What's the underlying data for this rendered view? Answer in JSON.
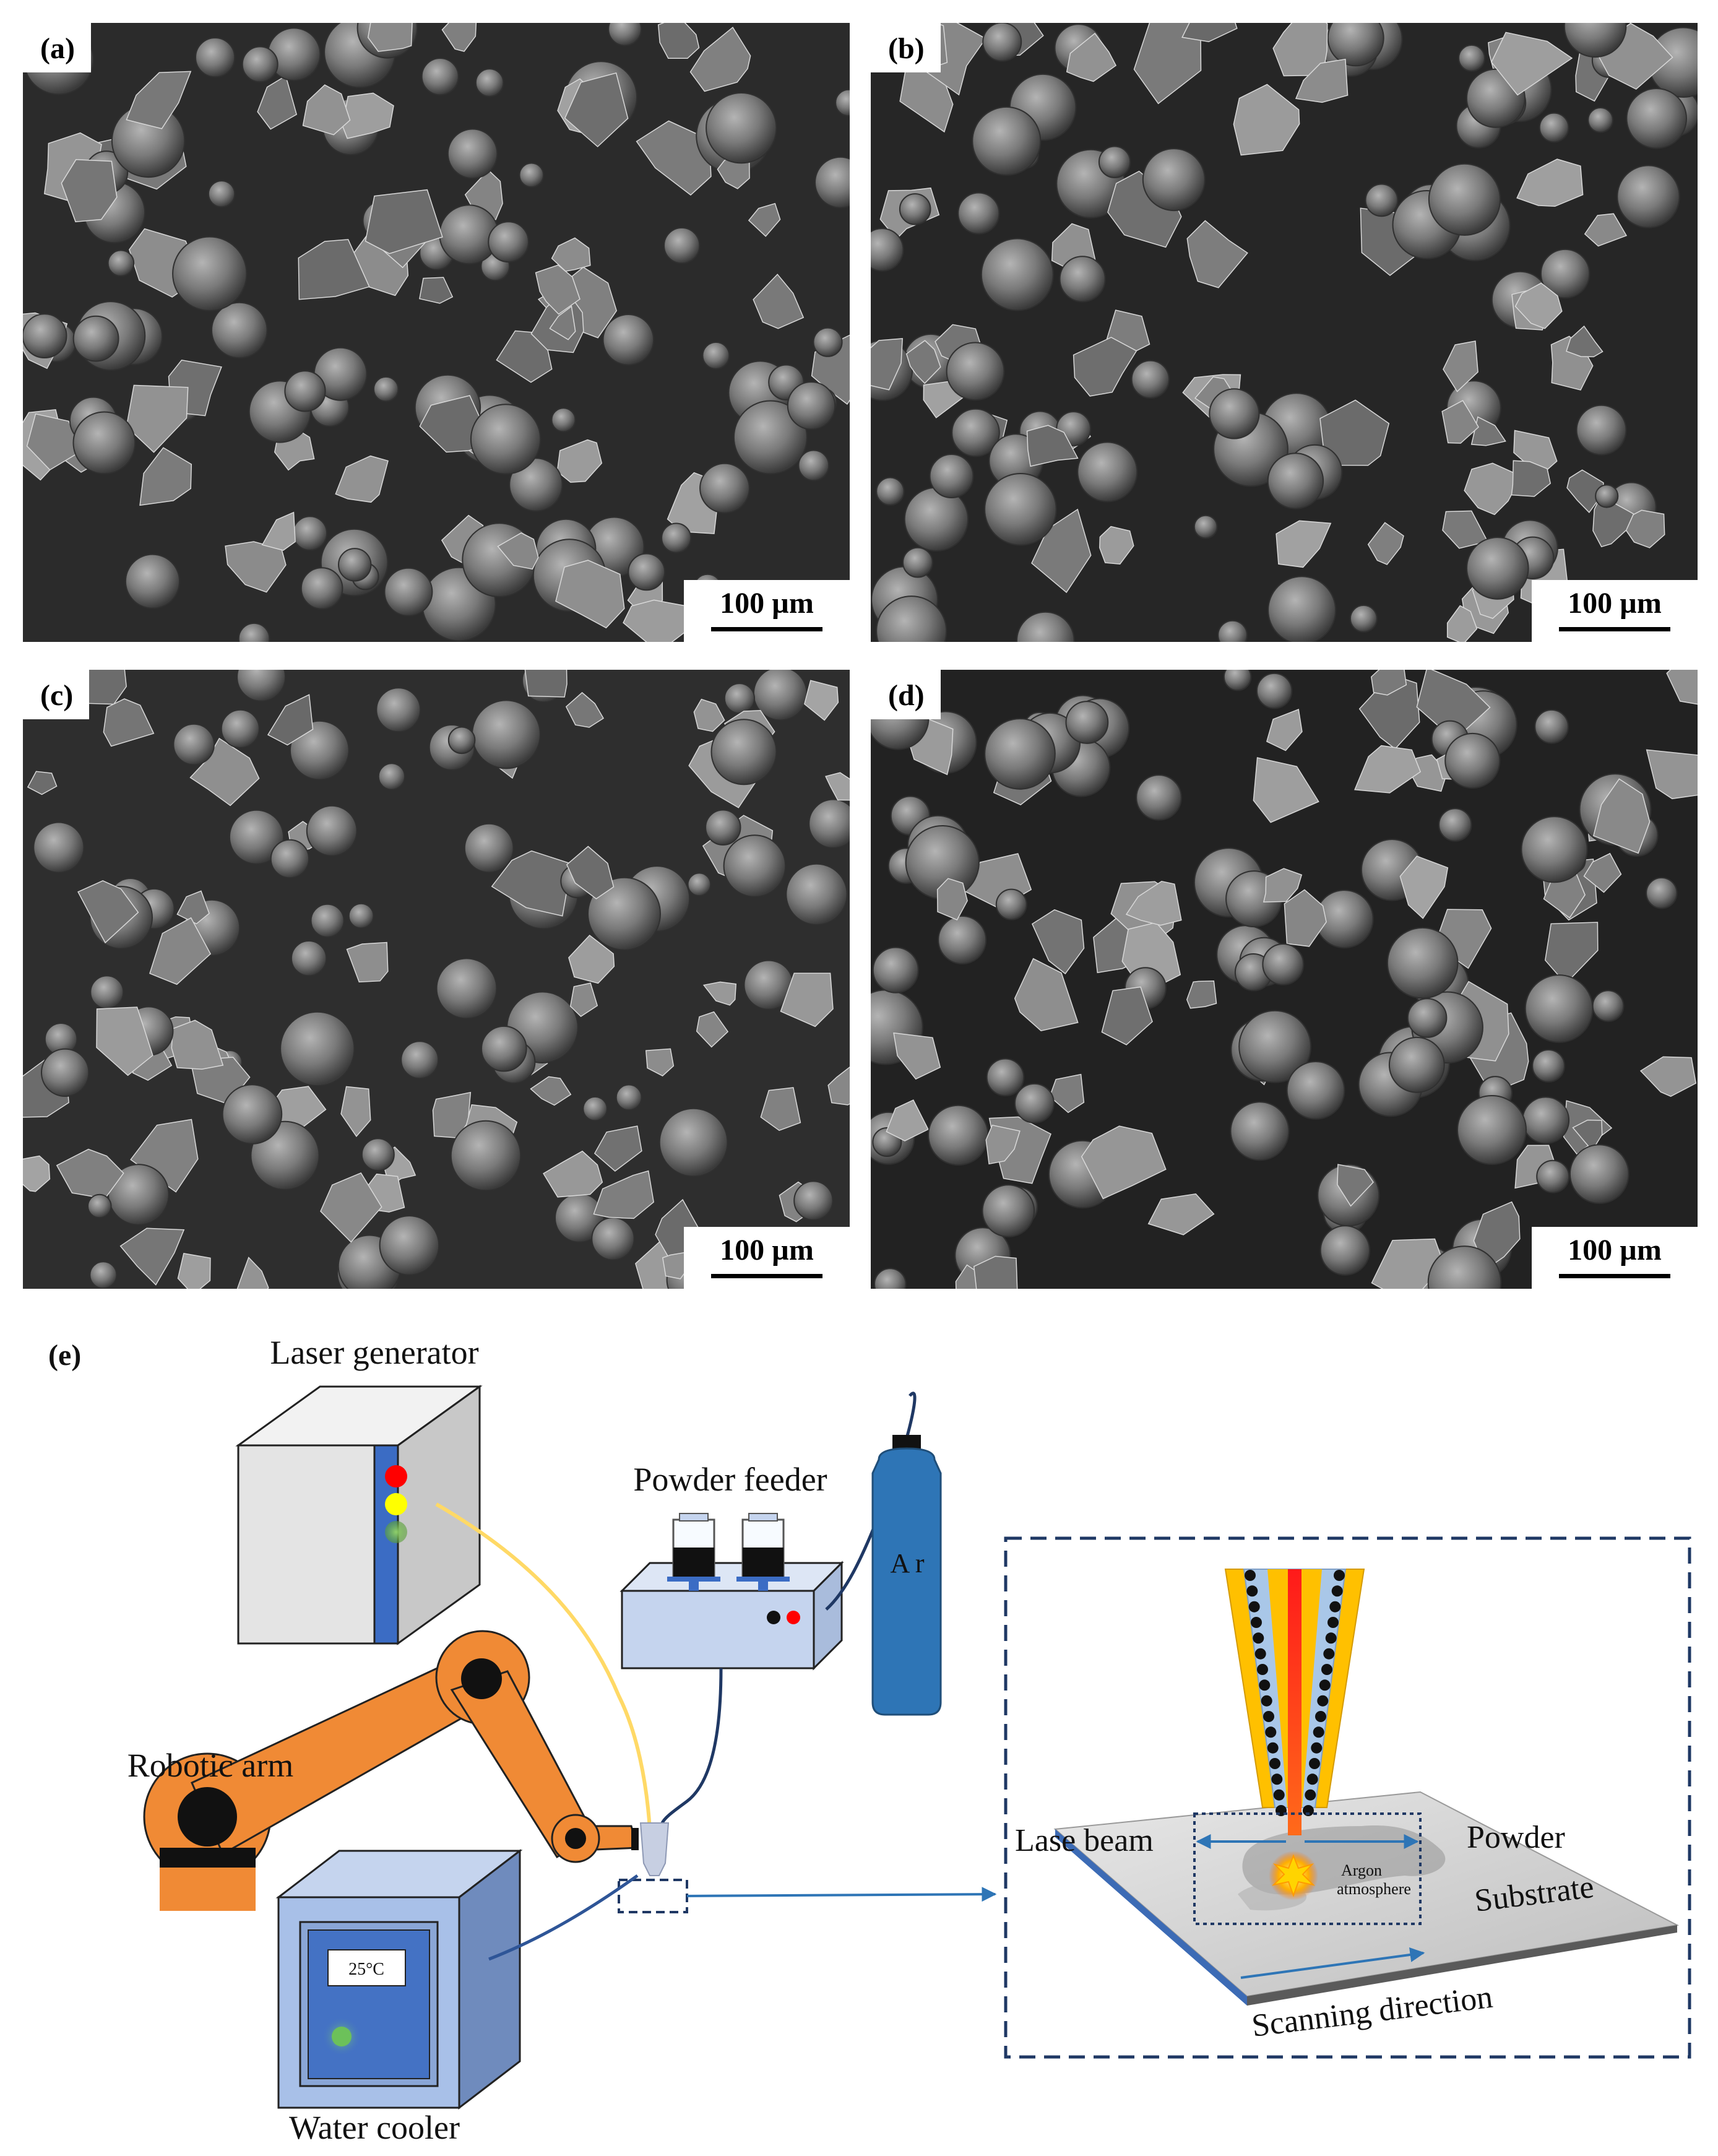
{
  "panels": [
    {
      "label": "(a)",
      "scale": "100 µm"
    },
    {
      "label": "(b)",
      "scale": "100 µm"
    },
    {
      "label": "(c)",
      "scale": "100 µm"
    },
    {
      "label": "(d)",
      "scale": "100 µm"
    }
  ],
  "schematic": {
    "label": "(e)",
    "laser_generator": "Laser generator",
    "powder_feeder": "Powder feeder",
    "argon_bottle": "A r",
    "robotic_arm": "Robotic arm",
    "water_cooler": "Water cooler",
    "cooler_temp": "25°C",
    "detail": {
      "lase_beam": "Lase beam",
      "powder": "Powder",
      "substrate": "Substrate",
      "argon_line1": "Argon",
      "argon_line2": "atmosphere",
      "scanning_direction": "Scanning direction"
    }
  },
  "colors": {
    "robot_orange": "#f08a35",
    "laser_red": "#ff2020",
    "nozzle_yellow": "#ffc000",
    "argon_blue": "#2e75b6",
    "cooler_blue": "#4472c4",
    "fiber_yellow": "#ffd966",
    "dash_navy": "#1f3864"
  }
}
